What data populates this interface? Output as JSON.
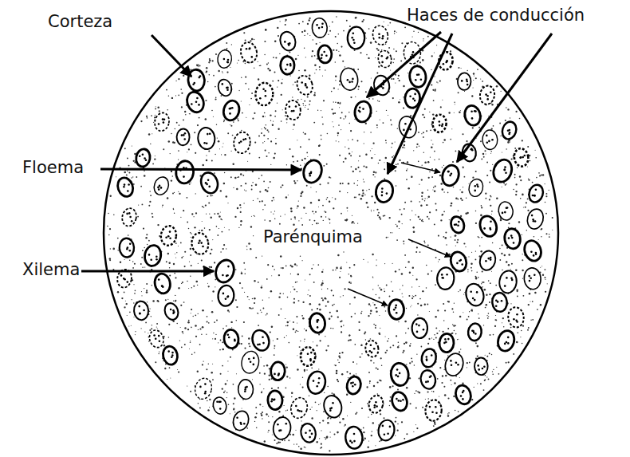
{
  "diagram": {
    "labels": [
      "Corteza",
      "Haces de conducción",
      "Floema",
      "Xilema",
      "Parénquima"
    ]
  }
}
